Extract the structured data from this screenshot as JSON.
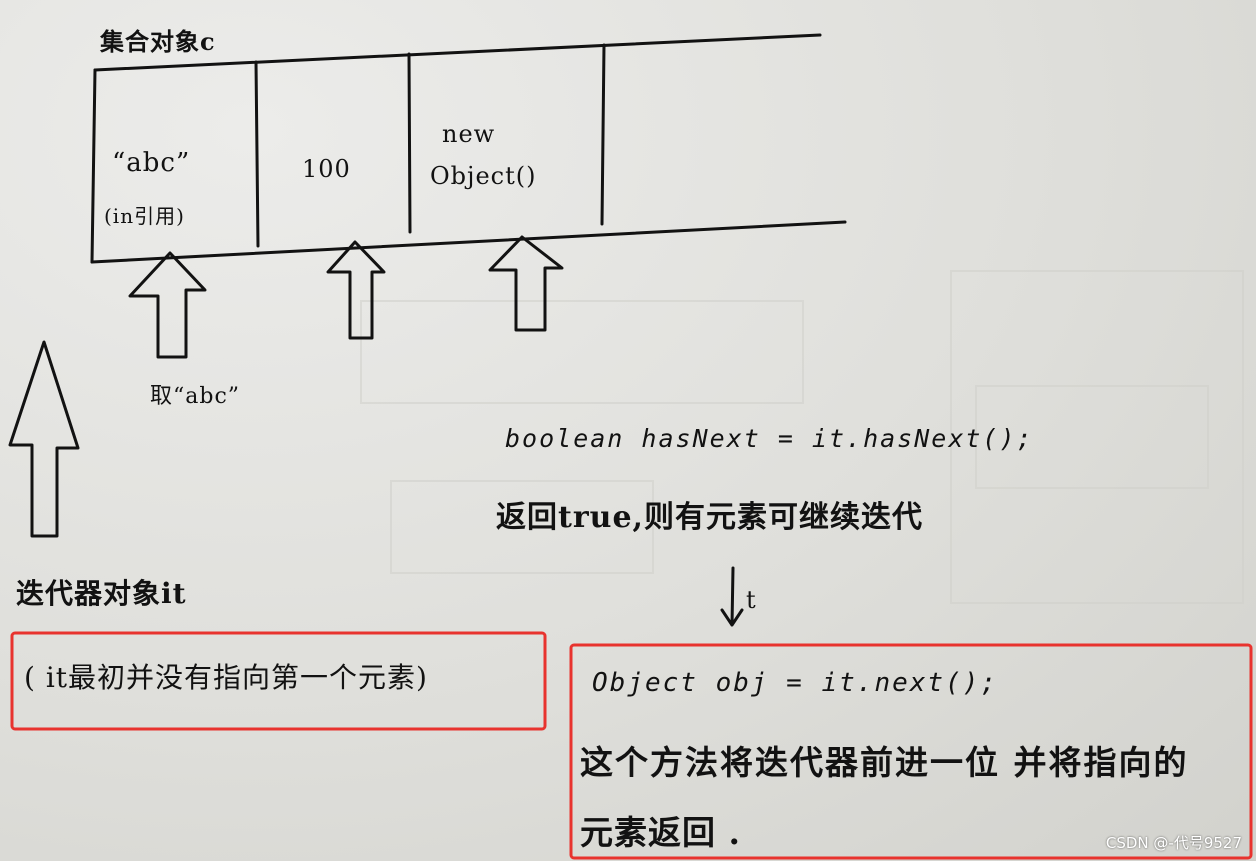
{
  "collection": {
    "title": "集合对象c",
    "cells": [
      {
        "line1": "“abc”",
        "line2": "(in引用)"
      },
      {
        "line1": "100",
        "line2": ""
      },
      {
        "line1": "new",
        "line2": "Object()"
      }
    ]
  },
  "take_label": "取“abc”",
  "iterator": {
    "label": "迭代器对象it",
    "note": "( it最初并没有指向第一个元素)"
  },
  "has_next": {
    "code": "boolean hasNext = it.hasNext();",
    "desc": "返回true,则有元素可继续迭代"
  },
  "step_mark": "t",
  "next_box": {
    "code": "Object obj = it.next();",
    "desc_line1": "这个方法将迭代器前进一位 并将指向的",
    "desc_line2": "元素返回 ."
  },
  "watermark": "CSDN @-代号9527",
  "colors": {
    "ink": "#121212",
    "highlight": "#e8332e",
    "paper": "#dcdcd7"
  }
}
